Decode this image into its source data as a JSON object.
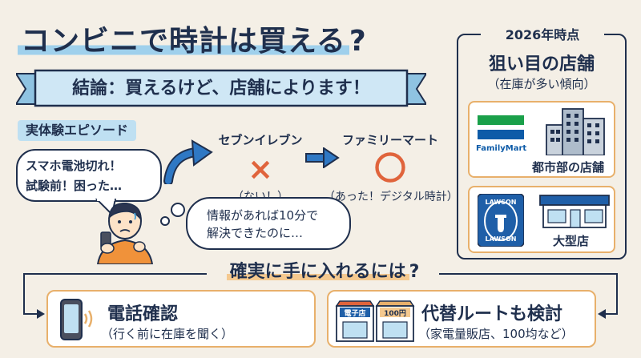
{
  "title": {
    "main": "コンビニで時計は買える",
    "mark": "?"
  },
  "conclusion": "結論：買えるけど、店舗によります！",
  "episode": {
    "label": "実体験エピソード",
    "speech_line1": "スマホ電池切れ！",
    "speech_line2": "試験前！困った…",
    "store1": {
      "name": "セブンイレブン",
      "mark": "×",
      "result": "（ない！）"
    },
    "store2": {
      "name": "ファミリーマート",
      "mark": "〇",
      "result": "（あった！デジタル時計）"
    },
    "thought_line1": "情報があれば10分で",
    "thought_line2": "解決できたのに…"
  },
  "target": {
    "year_tag": "2026年時点",
    "title": "狙い目の店舗",
    "subtitle": "（在庫が多い傾向）",
    "card1": {
      "logo_text": "FamilyMart",
      "label": "都市部の店舗"
    },
    "card2": {
      "logo_text_top": "LAWSON",
      "logo_text_bottom": "LAWSON",
      "label": "大型店"
    }
  },
  "sure": {
    "title": "確実に手に入れるには",
    "mark": "?"
  },
  "actions": [
    {
      "title": "電話確認",
      "sub": "（行く前に在庫を聞く）"
    },
    {
      "title": "代替ルートも検討",
      "sub": "（家電量販店、100均など）",
      "sign_left": "電子店",
      "sign_right": "100円"
    }
  ],
  "colors": {
    "background": "#f4efe6",
    "navy": "#1f2f4d",
    "accent_blue": "#9fd0ec",
    "accent_orange": "#e8b06b",
    "mark_red": "#e0643c",
    "familymart_green": "#1aa04a",
    "familymart_blue": "#0d5ba8",
    "lawson_blue": "#1f5fa8"
  }
}
